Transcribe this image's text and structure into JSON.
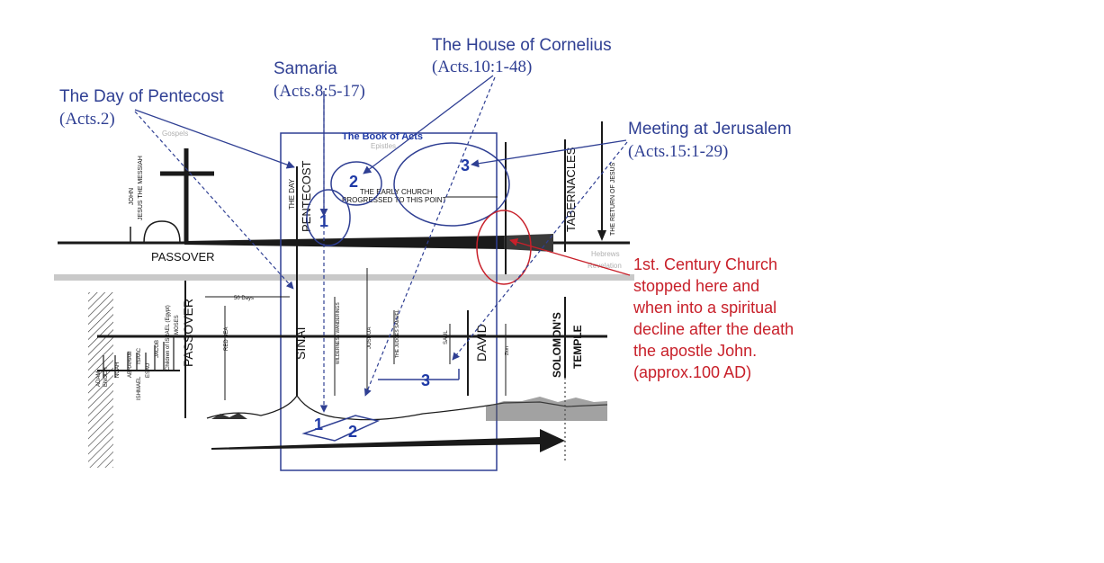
{
  "callouts": {
    "pentecost": {
      "title": "The Day of Pentecost",
      "ref": "(Acts.2)"
    },
    "samaria": {
      "title": "Samaria",
      "ref": "(Acts.8:5-17)"
    },
    "cornelius": {
      "title": "The House of Cornelius",
      "ref": "(Acts.10:1-48)"
    },
    "jerusalem": {
      "title": "Meeting at Jerusalem",
      "ref": "(Acts.15:1-29)"
    },
    "church_note": {
      "lines": [
        "1st. Century Church",
        "stopped here and",
        "when into a spiritual",
        "decline after the death",
        "the apostle John.",
        "(approx.100 AD)"
      ]
    }
  },
  "chart": {
    "book_of_acts": "The Book of Acts",
    "epistles": "Epistles",
    "gospels": "Gospels",
    "hebrews": "Hebrews",
    "revelation": "Revelation",
    "early_church_1": "THE EARLY CHURCH",
    "early_church_2": "PROGRESSED TO THIS POINT",
    "the_day": "THE DAY",
    "pentecost": "PENTECOST",
    "tabernacles": "TABERNACLES",
    "return_of_jesus": "THE RETURN OF JESUS",
    "john": "JOHN",
    "jesus_messiah": "JESUS THE MESSIAH",
    "passover_top": "PASSOVER",
    "passover_bottom": "PASSOVER",
    "fifty_days": "50 Days",
    "red_sea": "RED SEA",
    "sinai": "SINAI",
    "wilderness": "WILDERNESS WANDERINGS",
    "joshua": "JOSHUA",
    "judges": "THE JUDGES SAMUEL",
    "saul": "SAUL",
    "david": "DAVID",
    "solomons": "SOLOMON'S",
    "temple": "TEMPLE",
    "patriarchs": [
      "ADAM",
      "ENOCH",
      "NOAH",
      "ABRAHAM",
      "ISHMAEL",
      "ISAAC",
      "ESAU",
      "JACOB",
      "MOSES",
      "Children of ISRAEL (Egypt)"
    ],
    "zion": "Zion",
    "markers": {
      "n1": "1",
      "n2": "2",
      "n3": "3"
    },
    "colors": {
      "callout_blue": "#2f3f93",
      "note_red": "#c8202a",
      "marker_blue": "#1f3aa6",
      "timeline": "#1a1a1a"
    }
  }
}
